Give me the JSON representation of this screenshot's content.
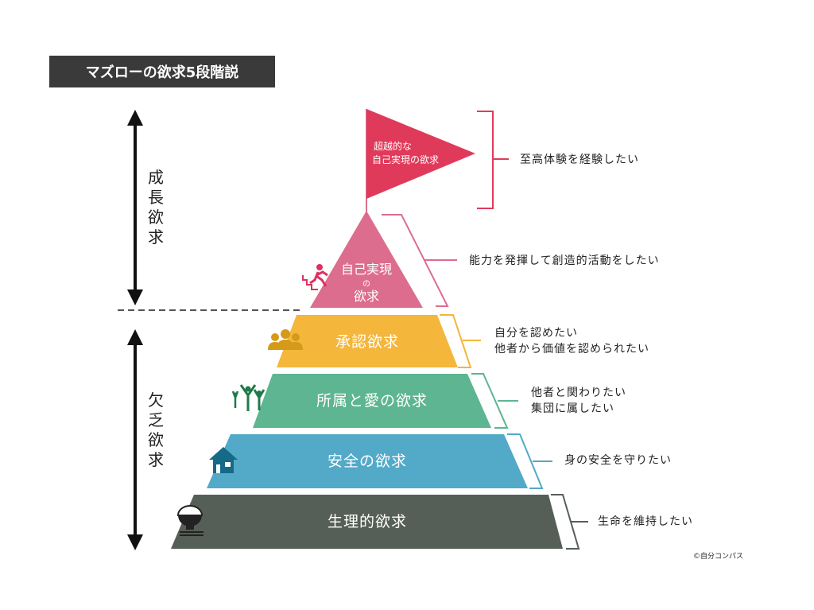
{
  "title": "マズローの欲求5段階説",
  "side_labels": {
    "growth": [
      "成",
      "長",
      "欲",
      "求"
    ],
    "deficiency": [
      "欠",
      "乏",
      "欲",
      "求"
    ]
  },
  "flag": {
    "line1": "超越的な",
    "line2": "自己実現の欲求",
    "description": "至高体験を経験したい"
  },
  "levels": [
    {
      "label_lines": [
        "自己実現",
        "の",
        "欲求"
      ],
      "description": [
        "能力を発揮して創造的活動をしたい"
      ],
      "icon": "running-person-stairs-icon"
    },
    {
      "label": "承認欲求",
      "description": [
        "自分を認めたい",
        "他者から価値を認められたい"
      ],
      "icon": "group-icon"
    },
    {
      "label": "所属と愛の欲求",
      "description": [
        "他者と関わりたい",
        "集団に属したい"
      ],
      "icon": "family-icon"
    },
    {
      "label": "安全の欲求",
      "description": [
        "身の安全を守りたい"
      ],
      "icon": "house-icon"
    },
    {
      "label": "生理的欲求",
      "description": [
        "生命を維持したい"
      ],
      "icon": "rice-bowl-icon"
    }
  ],
  "colors": {
    "flag": "#e03a5a",
    "self": "#dc6d8f",
    "esteem": "#f4b63b",
    "love": "#5db591",
    "safety": "#52a9c8",
    "physio": "#555f57"
  },
  "credit": "©自分コンパス"
}
